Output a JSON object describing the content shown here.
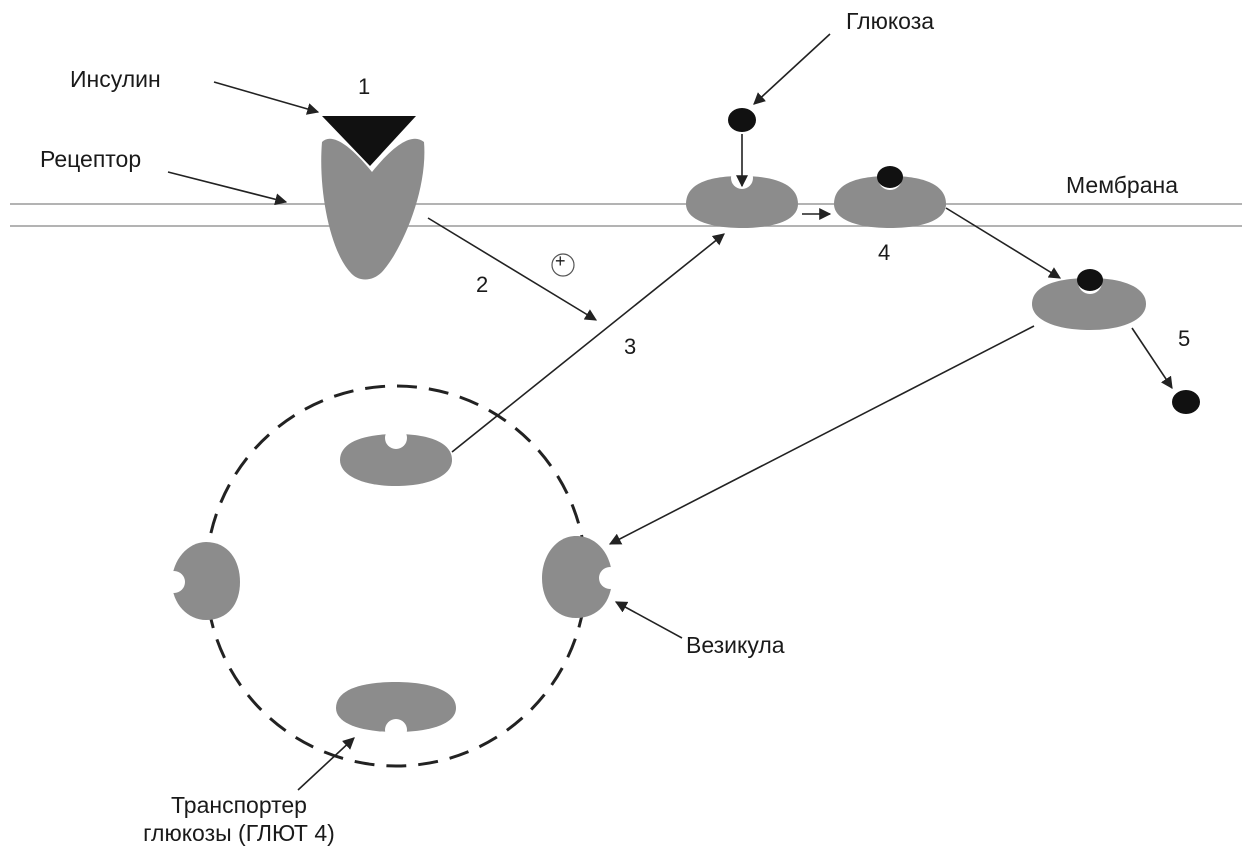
{
  "labels": {
    "insulin": "Инсулин",
    "receptor": "Рецептор",
    "glucose": "Глюкоза",
    "membrane": "Мембрана",
    "vesicle": "Везикула",
    "transporter_line1": "Транспортер",
    "transporter_line2": "глюкозы (ГЛЮТ 4)"
  },
  "steps": {
    "s1": "1",
    "s2": "2",
    "s3": "3",
    "s4": "4",
    "s5": "5"
  },
  "activation_sign": "+",
  "colors": {
    "transporter": "#8c8c8c",
    "insulin": "#111111",
    "glucose": "#111111",
    "line": "#333333",
    "membrane": "#9a9a9a"
  }
}
